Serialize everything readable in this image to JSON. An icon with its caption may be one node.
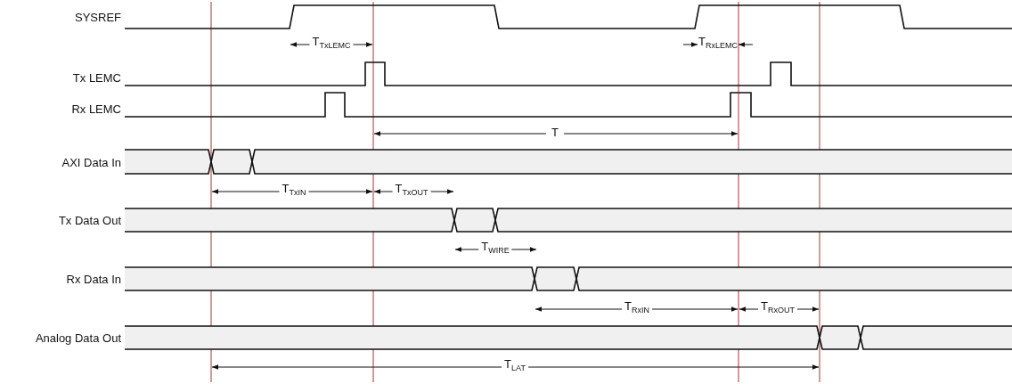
{
  "diagram": {
    "labels": [
      "SYSREF",
      "T$_{TxLEMC}$",
      "T$_{RxLEMC}$",
      "Tx LEMC",
      "Rx LEMC",
      "T",
      "AXI Data In",
      "T$_{TxIN}$",
      "T$_{TxOUT}$",
      "Tx Data Out",
      "T$_{WIRE}$",
      "Rx Data In",
      "T$_{RxIN}$",
      "T$_{RxOUT}$",
      "Analog Data Out",
      "T$_{LAT}$"
    ]
  }
}
